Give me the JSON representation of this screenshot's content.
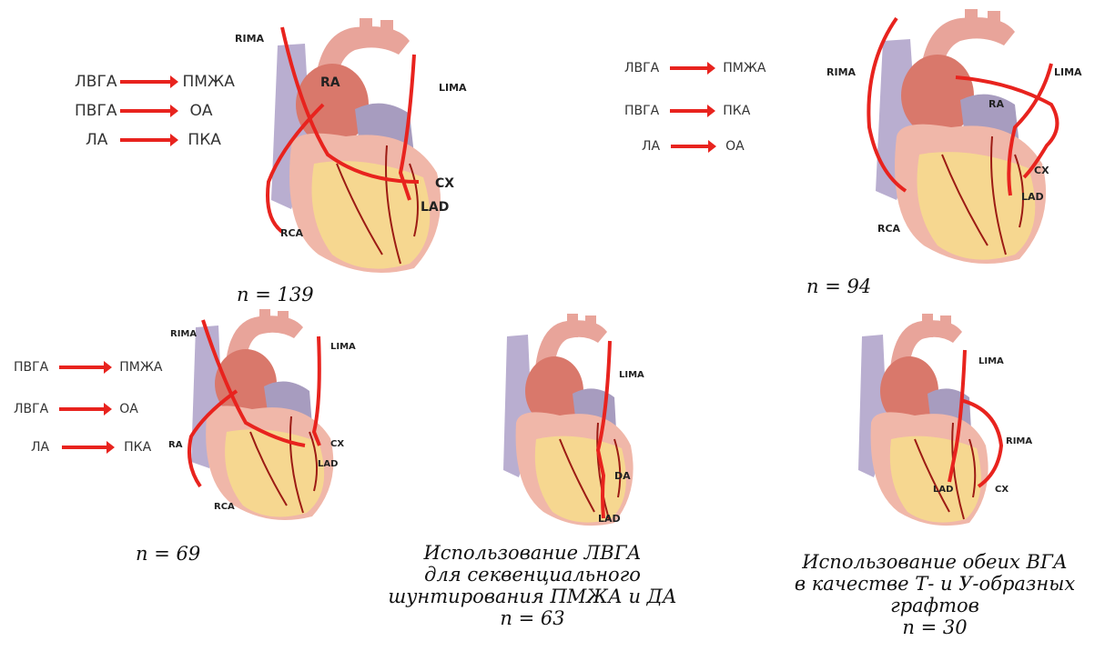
{
  "colors": {
    "graft": "#e8231e",
    "aorta": "#e8a49a",
    "heart": "#f0b7a9",
    "fat": "#f7dd8c",
    "vena": "#b9aed0",
    "vessel": "#9c1b14"
  },
  "panels": [
    {
      "mappings": [
        {
          "from": "ЛВГА",
          "to": "ПМЖА"
        },
        {
          "from": "ПВГА",
          "to": "ОА"
        },
        {
          "from": "ЛА",
          "to": "ПКА"
        }
      ],
      "labels": {
        "rima": "RIMA",
        "ra": "RA",
        "lima": "LIMA",
        "cx": "CX",
        "lad": "LAD",
        "rca": "RCA"
      },
      "caption": [
        "n = 139"
      ]
    },
    {
      "mappings": [
        {
          "from": "ЛВГА",
          "to": "ПМЖА"
        },
        {
          "from": "ПВГА",
          "to": "ПКА"
        },
        {
          "from": "ЛА",
          "to": "ОА"
        }
      ],
      "labels": {
        "rima": "RIMA",
        "ra": "RA",
        "lima": "LIMA",
        "cx": "CX",
        "lad": "LAD",
        "rca": "RCA"
      },
      "caption": [
        "n = 94"
      ]
    },
    {
      "mappings": [
        {
          "from": "ПВГА",
          "to": "ПМЖА"
        },
        {
          "from": "ЛВГА",
          "to": "ОА"
        },
        {
          "from": "ЛА",
          "to": "ПКА"
        }
      ],
      "labels": {
        "rima": "RIMA",
        "ra": "RA",
        "lima": "LIMA",
        "cx": "CX",
        "lad": "LAD",
        "rca": "RCA"
      },
      "caption": [
        "n = 69"
      ]
    },
    {
      "labels": {
        "lima": "LIMA",
        "da": "DA",
        "lad": "LAD"
      },
      "caption": [
        "Использование ЛВГА",
        "для секвенциального",
        "шунтирования ПМЖА и ДА",
        "n = 63"
      ]
    },
    {
      "labels": {
        "lima": "LIMA",
        "rima": "RIMA",
        "lad": "LAD",
        "cx": "CX"
      },
      "caption": [
        "Использование обеих ВГА",
        "в качестве Т- и У-образных",
        "графтов",
        "n = 30"
      ]
    }
  ]
}
